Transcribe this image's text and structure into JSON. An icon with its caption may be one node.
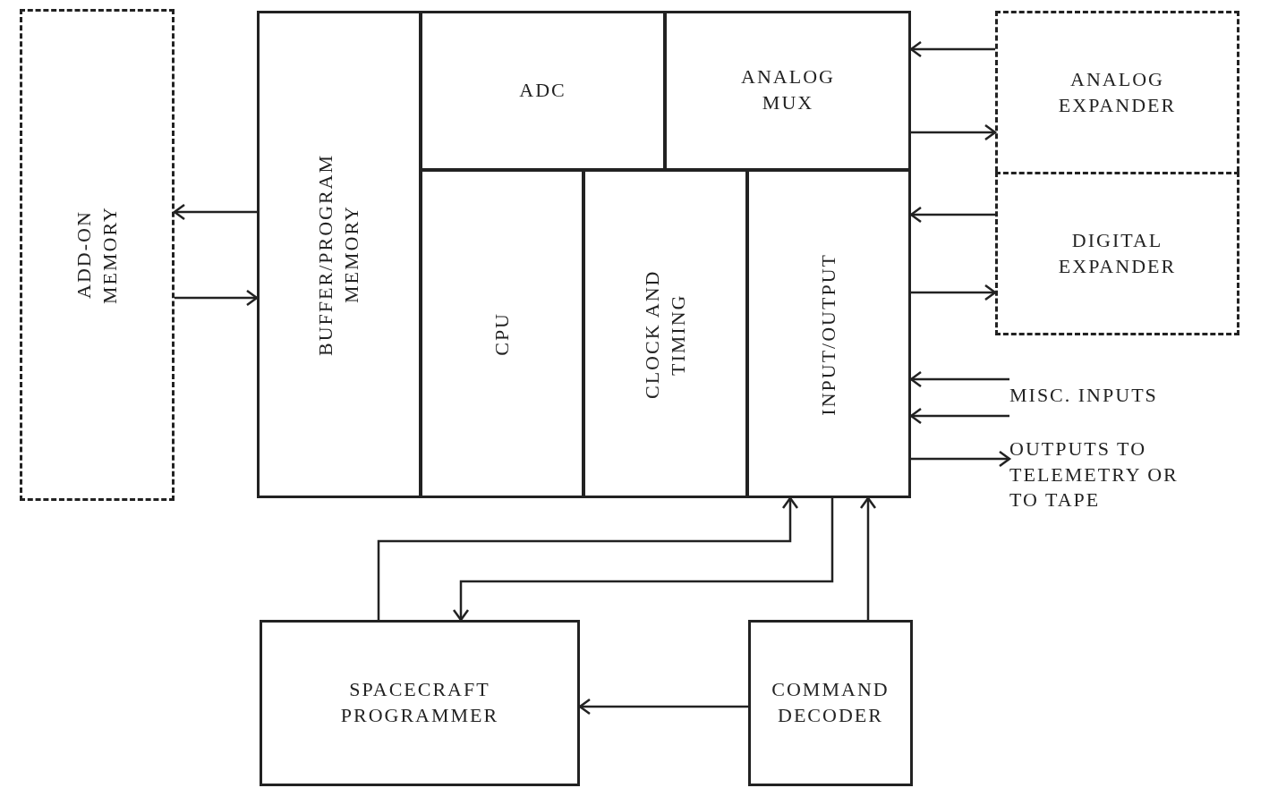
{
  "diagram": {
    "nodes": [
      {
        "text": [
          "ADD-ON MEMORY"
        ]
      },
      {
        "text": [],
        "shape": "box"
      },
      {
        "text": [
          "BUFFER/PROGRAM MEMORY"
        ],
        "in": 1
      },
      {
        "text": [
          "ADC"
        ],
        "in": 1
      },
      {
        "text": [
          "ANALOG MUX"
        ],
        "in": 1
      },
      {
        "text": [
          "CPU"
        ],
        "in": 1
      },
      {
        "text": [
          "CLOCK AND TIMING"
        ],
        "in": 1
      },
      {
        "text": [
          "INPUT/OUTPUT"
        ],
        "in": 1
      },
      {
        "text": [
          "ANALOG EXPANDER"
        ]
      },
      {
        "text": [
          "DIGITAL EXPANDER"
        ]
      },
      {
        "text": [
          "MISC. INPUTS"
        ]
      },
      {
        "text": [
          "OUTPUTS TO TELEMETRY OR TO TAPE"
        ]
      },
      {
        "text": [
          "SPACECRAFT PROGRAMMER"
        ]
      },
      {
        "text": [
          "COMMAND DECODER"
        ]
      }
    ],
    "edges": [
      {
        "from": 2,
        "to": 0,
        "arrow": "to"
      },
      {
        "from": 0,
        "to": 2,
        "arrow": "to"
      },
      {
        "from": 8,
        "to": 4,
        "arrow": "to"
      },
      {
        "from": 4,
        "to": 8,
        "arrow": "to"
      },
      {
        "from": 9,
        "to": 7,
        "arrow": "to"
      },
      {
        "from": 7,
        "to": 9,
        "arrow": "to"
      },
      {
        "from": 10,
        "to": 7,
        "arrow": "to"
      },
      {
        "from": 10,
        "to": 7,
        "arrow": "to"
      },
      {
        "from": 7,
        "to": 11,
        "arrow": "to"
      },
      {
        "from": 12,
        "to": 7,
        "arrow": "to"
      },
      {
        "from": 7,
        "to": 12,
        "arrow": "to"
      },
      {
        "from": 13,
        "to": 7,
        "arrow": "to"
      },
      {
        "from": 13,
        "to": 12,
        "arrow": "to"
      }
    ]
  }
}
